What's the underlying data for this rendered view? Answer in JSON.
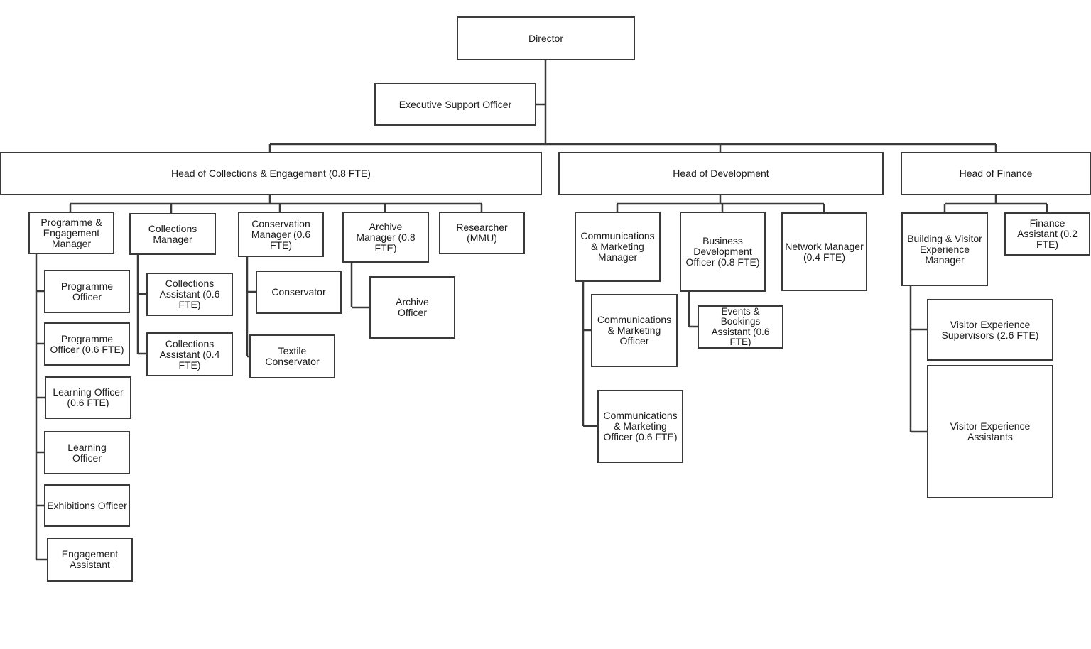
{
  "org_chart": {
    "director": "Director",
    "executive_support_officer": "Executive Support Officer",
    "head_collections": "Head of Collections & Engagement (0.8 FTE)",
    "head_development": "Head of Development",
    "head_finance": "Head of Finance",
    "programme_engagement_manager": "Programme &\nEngagement\nManager",
    "programme_officer": "Programme\nOfficer",
    "programme_officer_06": "Programme\nOfficer (0.6 FTE)",
    "learning_officer_06": "Learning Officer\n(0.6 FTE)",
    "learning_officer": "Learning\nOfficer",
    "exhibitions_officer": "Exhibitions Officer",
    "engagement_assistant": "Engagement\nAssistant",
    "collections_manager": "Collections\nManager",
    "collections_assistant_06": "Collections\nAssistant (0.6\nFTE)",
    "collections_assistant_04": "Collections\nAssistant (0.4\nFTE)",
    "conservation_manager": "Conservation\nManager  (0.6\nFTE)",
    "conservator": "Conservator",
    "textile_conservator": "Textile\nConservator",
    "archive_manager": "Archive\nManager  (0.8\nFTE)",
    "archive_officer": "Archive\nOfficer",
    "researcher": "Researcher\n(MMU)",
    "comms_marketing_manager": "Communications\n& Marketing\nManager",
    "comms_marketing_officer": "Communications\n& Marketing\nOfficer",
    "comms_marketing_officer_06": "Communications\n& Marketing\nOfficer (0.6 FTE)",
    "business_development_officer": "Business\nDevelopment\nOfficer (0.8 FTE)",
    "events_bookings_assistant": "Events &\nBookings\nAssistant (0.6\nFTE)",
    "network_manager": "Network Manager\n(0.4 FTE)",
    "building_visitor_manager": "Building & Visitor\nExperience\nManager",
    "finance_assistant": "Finance\nAssistant (0.2\nFTE)",
    "visitor_experience_supervisors": "Visitor Experience\nSupervisors (2.6 FTE)",
    "visitor_experience_assistants": "Visitor Experience\nAssistants"
  }
}
